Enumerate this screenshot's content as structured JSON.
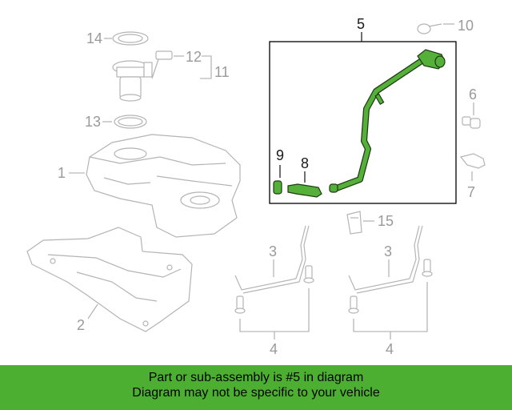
{
  "callouts": {
    "c1": "1",
    "c2": "2",
    "c3a": "3",
    "c3b": "3",
    "c4a": "4",
    "c4b": "4",
    "c5": "5",
    "c6": "6",
    "c7": "7",
    "c8": "8",
    "c9": "9",
    "c10": "10",
    "c11": "11",
    "c12": "12",
    "c13": "13",
    "c14": "14",
    "c15": "15"
  },
  "banner": {
    "line1": "Part or sub-assembly is #5 in diagram",
    "line2": "Diagram may not be specific to your vehicle"
  },
  "colors": {
    "highlight_part": "#55b03a",
    "banner_bg": "#4caf32",
    "callout_grey": "#9a9a9a"
  }
}
